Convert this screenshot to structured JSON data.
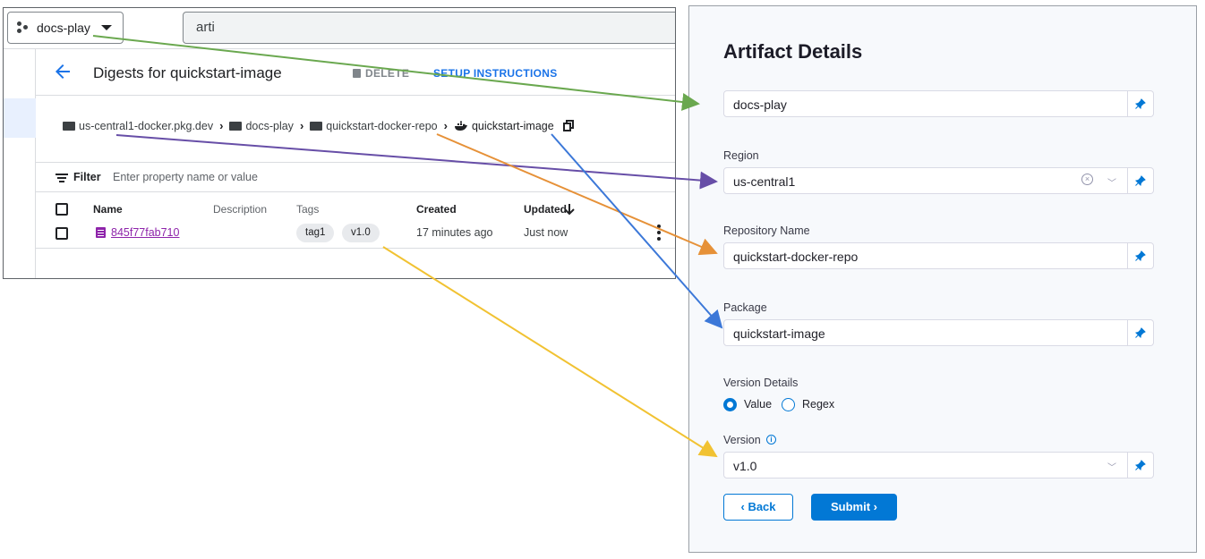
{
  "gcp": {
    "project": "docs-play",
    "search": "arti",
    "page_title": "Digests for quickstart-image",
    "delete_label": "DELETE",
    "setup_label": "SETUP INSTRUCTIONS",
    "breadcrumb": [
      "us-central1-docker.pkg.dev",
      "docs-play",
      "quickstart-docker-repo",
      "quickstart-image"
    ],
    "filter_label": "Filter",
    "filter_placeholder": "Enter property name or value",
    "columns": [
      "Name",
      "Description",
      "Tags",
      "Created",
      "Updated"
    ],
    "row": {
      "name": "845f77fab710",
      "tags": [
        "tag1",
        "v1.0"
      ],
      "created": "17 minutes ago",
      "updated": "Just now"
    }
  },
  "panel": {
    "title": "Artifact Details",
    "connector": "docs-play",
    "region_label": "Region",
    "region": "us-central1",
    "repo_label": "Repository Name",
    "repo": "quickstart-docker-repo",
    "package_label": "Package",
    "package": "quickstart-image",
    "version_details_label": "Version Details",
    "radio_value": "Value",
    "radio_regex": "Regex",
    "version_label": "Version",
    "version": "v1.0",
    "back_label": "Back",
    "submit_label": "Submit"
  },
  "colors": {
    "arrow_green": "#6aa84f",
    "arrow_purple": "#674ea7",
    "arrow_orange": "#e69138",
    "arrow_blue": "#3c78d8",
    "arrow_yellow": "#f1c232",
    "primary": "#0278d5"
  },
  "icons": [
    "project-icon",
    "back-arrow-icon",
    "trash-icon",
    "folder-icon",
    "docker-icon",
    "copy-icon",
    "filter-icon",
    "checkbox-icon",
    "digest-icon",
    "kebab-icon",
    "pin-icon",
    "clear-icon",
    "chevron-down-icon",
    "info-icon"
  ]
}
